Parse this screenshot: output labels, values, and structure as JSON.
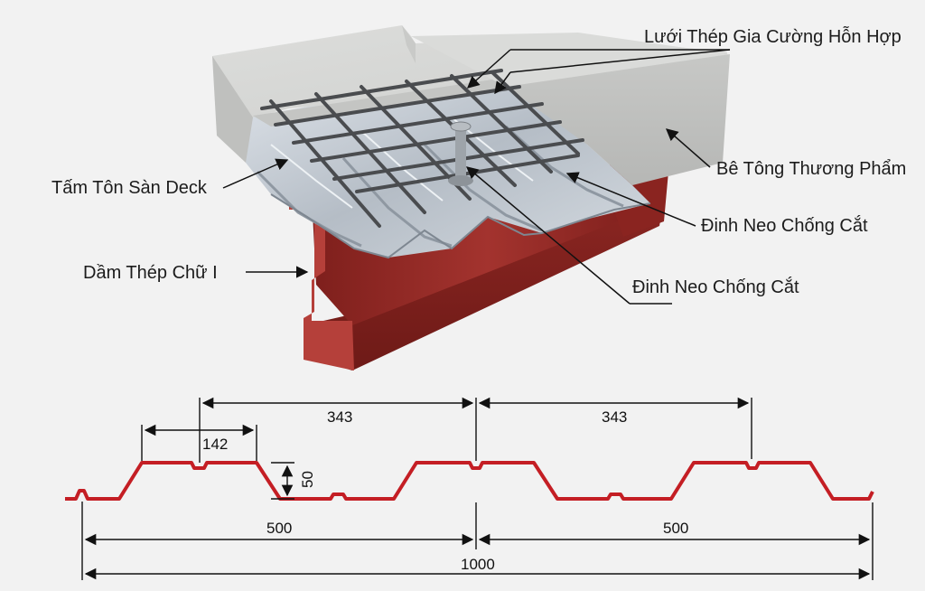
{
  "labels": {
    "mesh": "Lưới Thép Gia Cường Hỗn Hợp",
    "concrete": "Bê Tông Thương Phẩm",
    "deck": "Tấm Tôn Sàn Deck",
    "stud_right": "Đinh Neo Chống Cắt",
    "stud_center": "Đinh Neo Chống Cắt",
    "beam": "Dầm Thép Chữ I"
  },
  "dimensions": {
    "pitch_left": "343",
    "pitch_right": "343",
    "rib_top": "142",
    "rib_height": "50",
    "half_left": "500",
    "half_right": "500",
    "total": "1000"
  },
  "colors": {
    "background": "#f2f2f2",
    "concrete": "#d2d3d1",
    "steel_deck": "#c5ccd3",
    "beam": "#9a2e2a",
    "profile_line": "#c41e24"
  }
}
